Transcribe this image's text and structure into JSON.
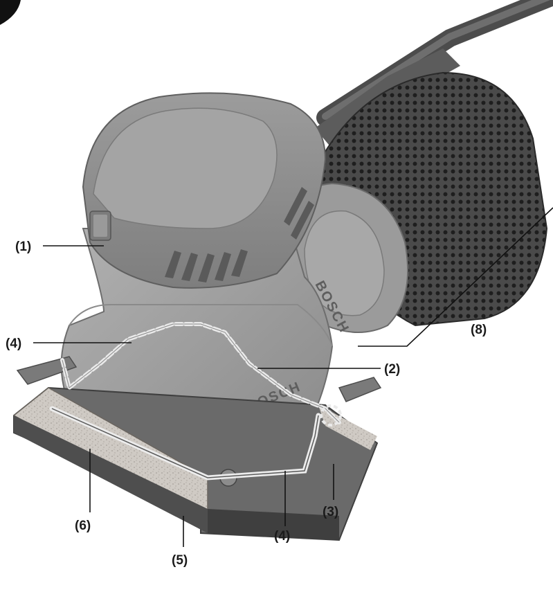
{
  "brand": {
    "housing_text": "BOSCH",
    "base_text": "BOSCH"
  },
  "callouts": [
    {
      "id": "c1",
      "label": "(1)"
    },
    {
      "id": "c2",
      "label": "(2)"
    },
    {
      "id": "c3",
      "label": "(3)"
    },
    {
      "id": "c4a",
      "label": "(4)"
    },
    {
      "id": "c4b",
      "label": "(4)"
    },
    {
      "id": "c5",
      "label": "(5)"
    },
    {
      "id": "c6",
      "label": "(6)"
    },
    {
      "id": "c8",
      "label": "(8)"
    }
  ],
  "colors": {
    "body_light": "#a3a3a3",
    "body_mid": "#8c8c8c",
    "body_dark": "#6f6f6f",
    "cord": "#5a5a5a",
    "dust_box": "#3b3b3b",
    "base_plate": "#5f5f5f",
    "sanding_pad": "#cfcac4"
  }
}
